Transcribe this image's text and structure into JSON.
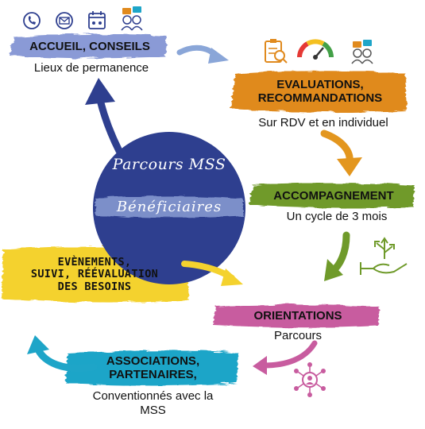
{
  "center": {
    "title": "Parcours MSS",
    "subtitle": "Bénéficiaires"
  },
  "steps": [
    {
      "title": "ACCUEIL, CONSEILS",
      "subtitle": "Lieux de permanence"
    },
    {
      "title": "EVALUATIONS, RECOMMANDATIONS",
      "title_lines": [
        "EVALUATIONS,",
        "RECOMMANDATIONS"
      ],
      "subtitle": "Sur RDV et en individuel"
    },
    {
      "title": "ACCOMPAGNEMENT",
      "subtitle": "Un cycle de 3 mois"
    },
    {
      "title": "ORIENTATIONS",
      "subtitle": "Parcours"
    },
    {
      "title_lines": [
        "ASSOCIATIONS,",
        "PARTENAIRES,"
      ],
      "subtitle_lines": [
        "Conventionnés avec la",
        "MSS"
      ]
    },
    {
      "title_lines": [
        "EVÈNEMENTS,",
        "SUIVI, RÉÉVALUATION",
        "DES BESOINS"
      ]
    }
  ],
  "colors": {
    "circle": "#2e3f8f",
    "accueil": "#8a9ad6",
    "evaluations": "#e08a1e",
    "accompagnement": "#6f9a2a",
    "orientations": "#c85c9f",
    "associations": "#1ea5c8",
    "evenements": "#f4d22e",
    "arrow_blue": "#8aa6d8",
    "arrow_navy": "#2e3f8f",
    "arrow_orange": "#e3961e",
    "arrow_green": "#6f9a2a",
    "arrow_pink": "#c85c9f",
    "arrow_cyan": "#1ea5c8",
    "arrow_yellow": "#f4d22e"
  },
  "icons": {
    "top_left": [
      "phone-icon",
      "mail-icon",
      "calendar-icon",
      "discussion-icon"
    ],
    "top_right": [
      "clipboard-icon",
      "gauge-icon",
      "discussion-icon"
    ],
    "middle_right": "hand-directions-icon",
    "bottom": "network-person-icon"
  }
}
